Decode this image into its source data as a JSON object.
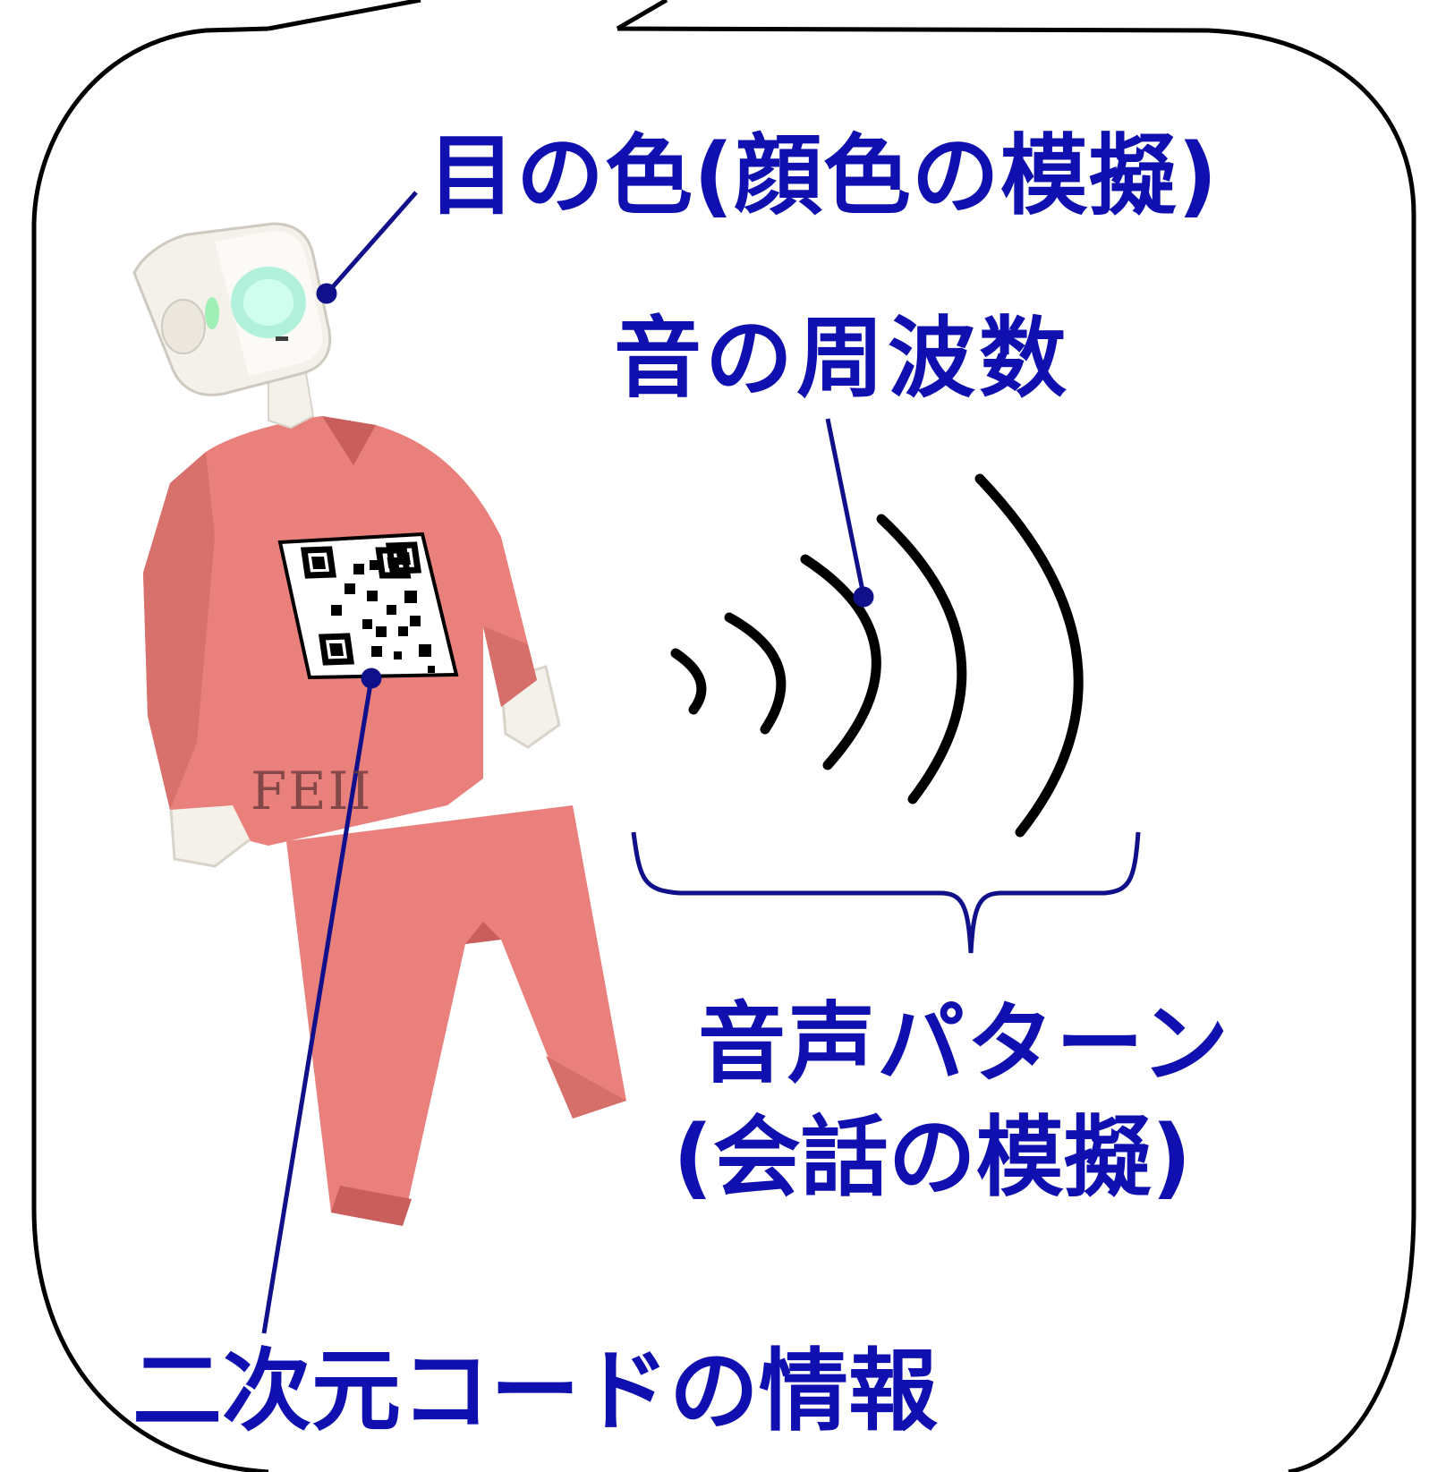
{
  "labels": {
    "eye_color": "目の色(顔色の模擬)",
    "sound_frequency": "音の周波数",
    "voice_pattern_line1": "音声パターン",
    "voice_pattern_line2": "(会話の模擬)",
    "qr_code_info": "二次元コードの情報",
    "shirt_text": "FEII"
  },
  "colors": {
    "label_blue": "#1010b0",
    "leader_line": "#10108a",
    "outline": "#000000",
    "robot_body": "#f4f1ea",
    "eye_glow": "#a8f0d8",
    "clothing": "#e9807c",
    "clothing_shadow": "#c95f5c"
  },
  "icons": {
    "sound_waves": "sound-waves-icon",
    "qr_code": "qr-code-icon",
    "brace": "curly-brace-icon"
  }
}
